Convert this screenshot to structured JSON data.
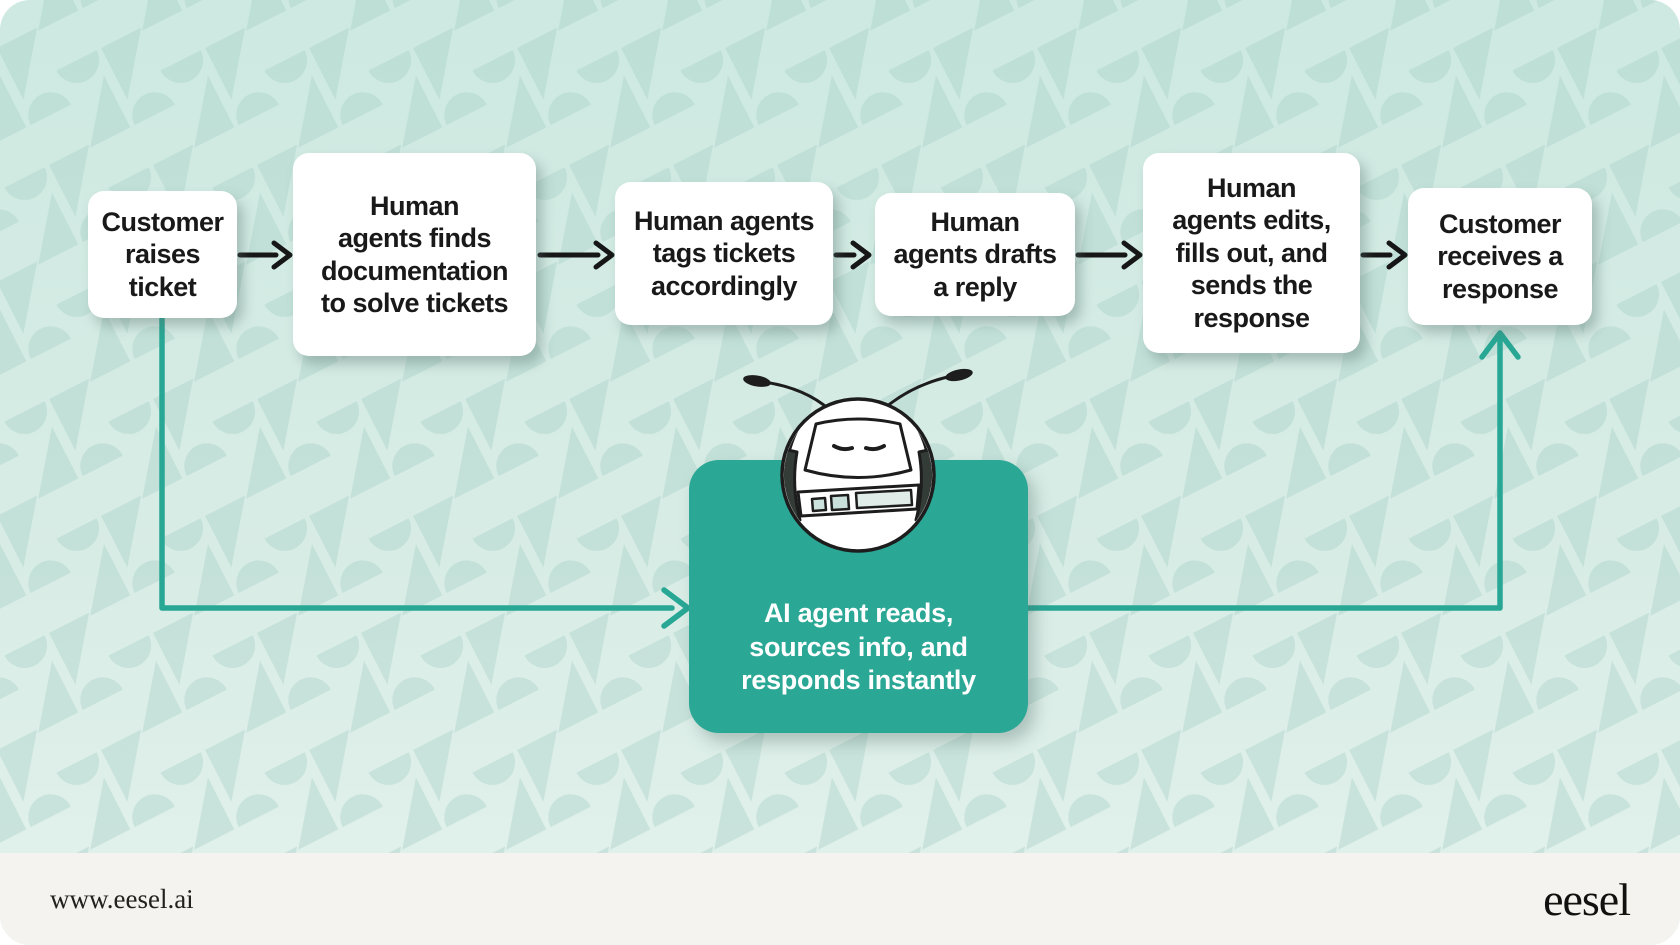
{
  "meta": {
    "brand_color": "#2aa795",
    "background_top": "#cde9e1",
    "background_bottom": "#e3f1ec",
    "footer_background": "#f4f3ef",
    "box_text_color": "#191919",
    "arrow_color": "#161616",
    "watermark_icon": "zendesk-logo-pattern-icon"
  },
  "flow": {
    "steps": [
      {
        "label": "Customer\nraises\nticket"
      },
      {
        "label": "Human\nagents finds\ndocumentation\nto solve tickets"
      },
      {
        "label": "Human agents\ntags tickets\naccordingly"
      },
      {
        "label": "Human\nagents drafts\na reply"
      },
      {
        "label": "Human\nagents edits,\nfills out, and\nsends the\nresponse"
      },
      {
        "label": "Customer\nreceives a\nresponse"
      }
    ],
    "step_connector_icon": "arrow-right-icon",
    "loop_connector_icon": "teal-elbow-arrow-icon"
  },
  "ai_agent": {
    "label": "AI agent reads,\nsources info, and\nresponds instantly",
    "icon": "robot-head-icon"
  },
  "footer": {
    "website": "www.eesel.ai",
    "brand_wordmark": "eesel"
  }
}
